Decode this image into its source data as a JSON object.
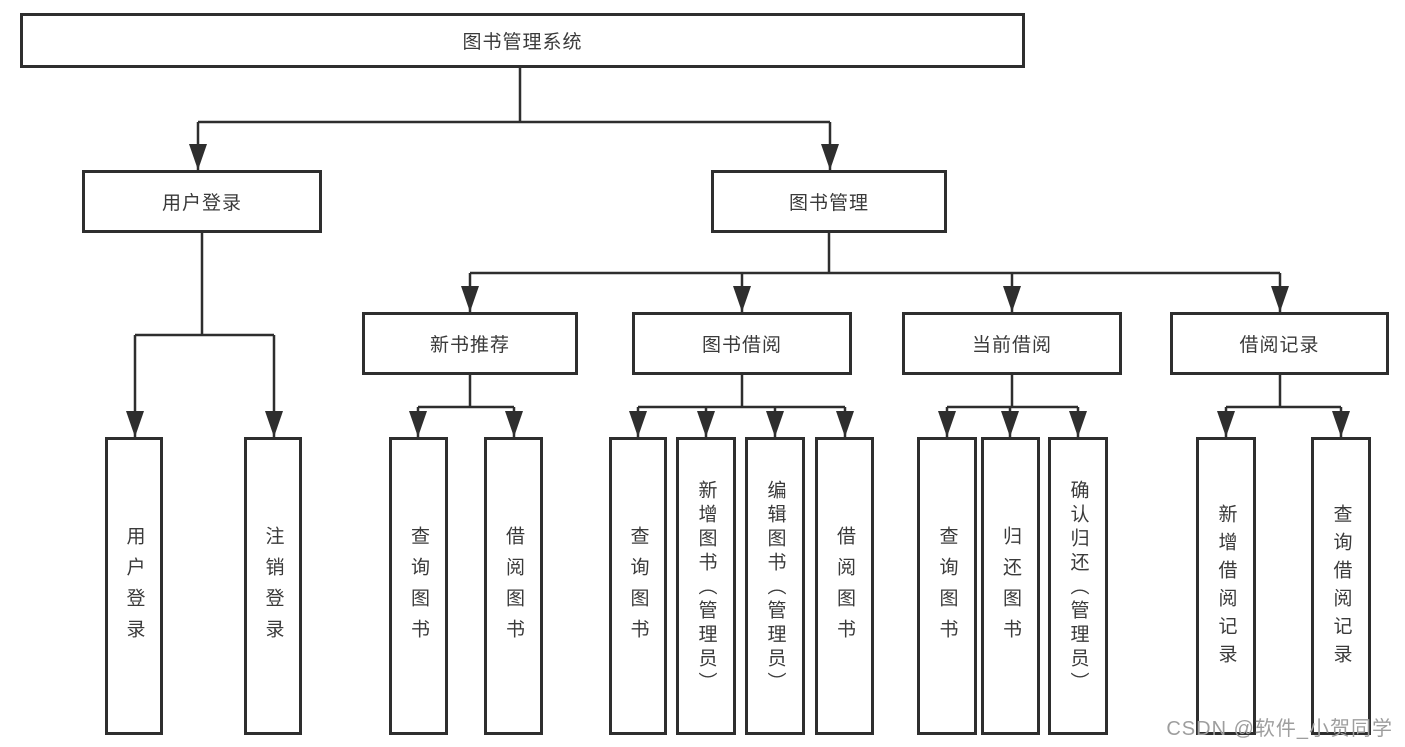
{
  "diagram": {
    "title": "图书管理系统",
    "colors": {
      "line": "#2e2e2e",
      "box_border": "#2e2e2e",
      "text": "#3a3a3a",
      "watermark": "#9e9e9e",
      "background": "#ffffff"
    },
    "nodes": {
      "root": "图书管理系统",
      "user_login": "用户登录",
      "book_mgmt": "图书管理",
      "new_book_rec": "新书推荐",
      "book_borrow": "图书借阅",
      "current_borrow": "当前借阅",
      "borrow_record": "借阅记录",
      "ul_login": "用户登录",
      "ul_logout": "注销登录",
      "nb_query": "查询图书",
      "nb_borrow": "借阅图书",
      "bb_query": "查询图书",
      "bb_add": "新增图书（管理员）",
      "bb_edit": "编辑图书（管理员）",
      "bb_borrow": "借阅图书",
      "cb_query": "查询图书",
      "cb_return": "归还图书",
      "cb_confirm": "确认归还（管理员）",
      "br_add": "新增借阅记录",
      "br_query": "查询借阅记录"
    },
    "hierarchy": {
      "图书管理系统": {
        "用户登录": [
          "用户登录",
          "注销登录"
        ],
        "图书管理": {
          "新书推荐": [
            "查询图书",
            "借阅图书"
          ],
          "图书借阅": [
            "查询图书",
            "新增图书（管理员）",
            "编辑图书（管理员）",
            "借阅图书"
          ],
          "当前借阅": [
            "查询图书",
            "归还图书",
            "确认归还（管理员）"
          ],
          "借阅记录": [
            "新增借阅记录",
            "查询借阅记录"
          ]
        }
      }
    },
    "watermark": "CSDN @软件_小贺同学"
  }
}
